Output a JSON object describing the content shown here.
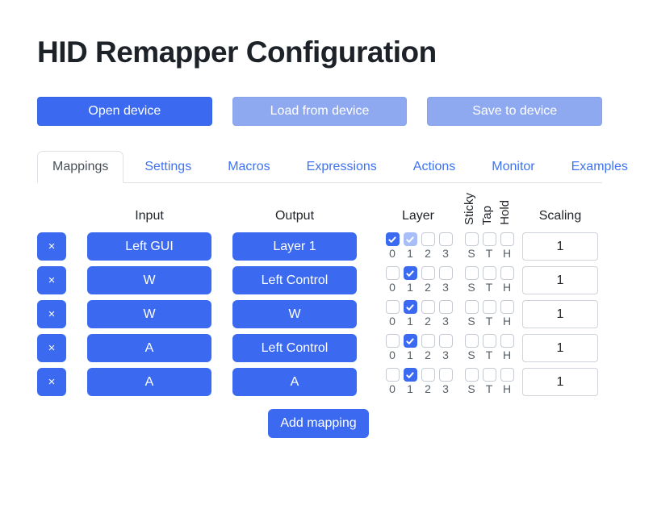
{
  "title": "HID Remapper Configuration",
  "colors": {
    "primary": "#3b6af0",
    "primary_light": "#8ea9f0",
    "checkbox_checked_light": "#a7bef8",
    "tab_link": "#3d72f3",
    "border": "#dee2e6"
  },
  "device_buttons": {
    "open": {
      "label": "Open device"
    },
    "load": {
      "label": "Load from device"
    },
    "save": {
      "label": "Save to device"
    }
  },
  "tabs": [
    {
      "label": "Mappings",
      "active": true
    },
    {
      "label": "Settings",
      "active": false
    },
    {
      "label": "Macros",
      "active": false
    },
    {
      "label": "Expressions",
      "active": false
    },
    {
      "label": "Actions",
      "active": false
    },
    {
      "label": "Monitor",
      "active": false
    },
    {
      "label": "Examples",
      "active": false
    }
  ],
  "table": {
    "headers": {
      "input": "Input",
      "output": "Output",
      "layer": "Layer",
      "scaling": "Scaling"
    },
    "vertical_headers": [
      "Sticky",
      "Tap",
      "Hold"
    ],
    "layer_labels": [
      "0",
      "1",
      "2",
      "3"
    ],
    "sth_labels": [
      "S",
      "T",
      "H"
    ],
    "remove_label": "×",
    "rows": [
      {
        "input": "Left GUI",
        "output": "Layer 1",
        "layers": [
          "checked",
          "checked-light",
          "unchecked",
          "unchecked"
        ],
        "sth": [
          "unchecked",
          "unchecked",
          "unchecked"
        ],
        "scaling": "1"
      },
      {
        "input": "W",
        "output": "Left Control",
        "layers": [
          "unchecked",
          "checked",
          "unchecked",
          "unchecked"
        ],
        "sth": [
          "unchecked",
          "unchecked",
          "unchecked"
        ],
        "scaling": "1"
      },
      {
        "input": "W",
        "output": "W",
        "layers": [
          "unchecked",
          "checked",
          "unchecked",
          "unchecked"
        ],
        "sth": [
          "unchecked",
          "unchecked",
          "unchecked"
        ],
        "scaling": "1"
      },
      {
        "input": "A",
        "output": "Left Control",
        "layers": [
          "unchecked",
          "checked",
          "unchecked",
          "unchecked"
        ],
        "sth": [
          "unchecked",
          "unchecked",
          "unchecked"
        ],
        "scaling": "1"
      },
      {
        "input": "A",
        "output": "A",
        "layers": [
          "unchecked",
          "checked",
          "unchecked",
          "unchecked"
        ],
        "sth": [
          "unchecked",
          "unchecked",
          "unchecked"
        ],
        "scaling": "1"
      }
    ],
    "add_button": "Add mapping"
  }
}
